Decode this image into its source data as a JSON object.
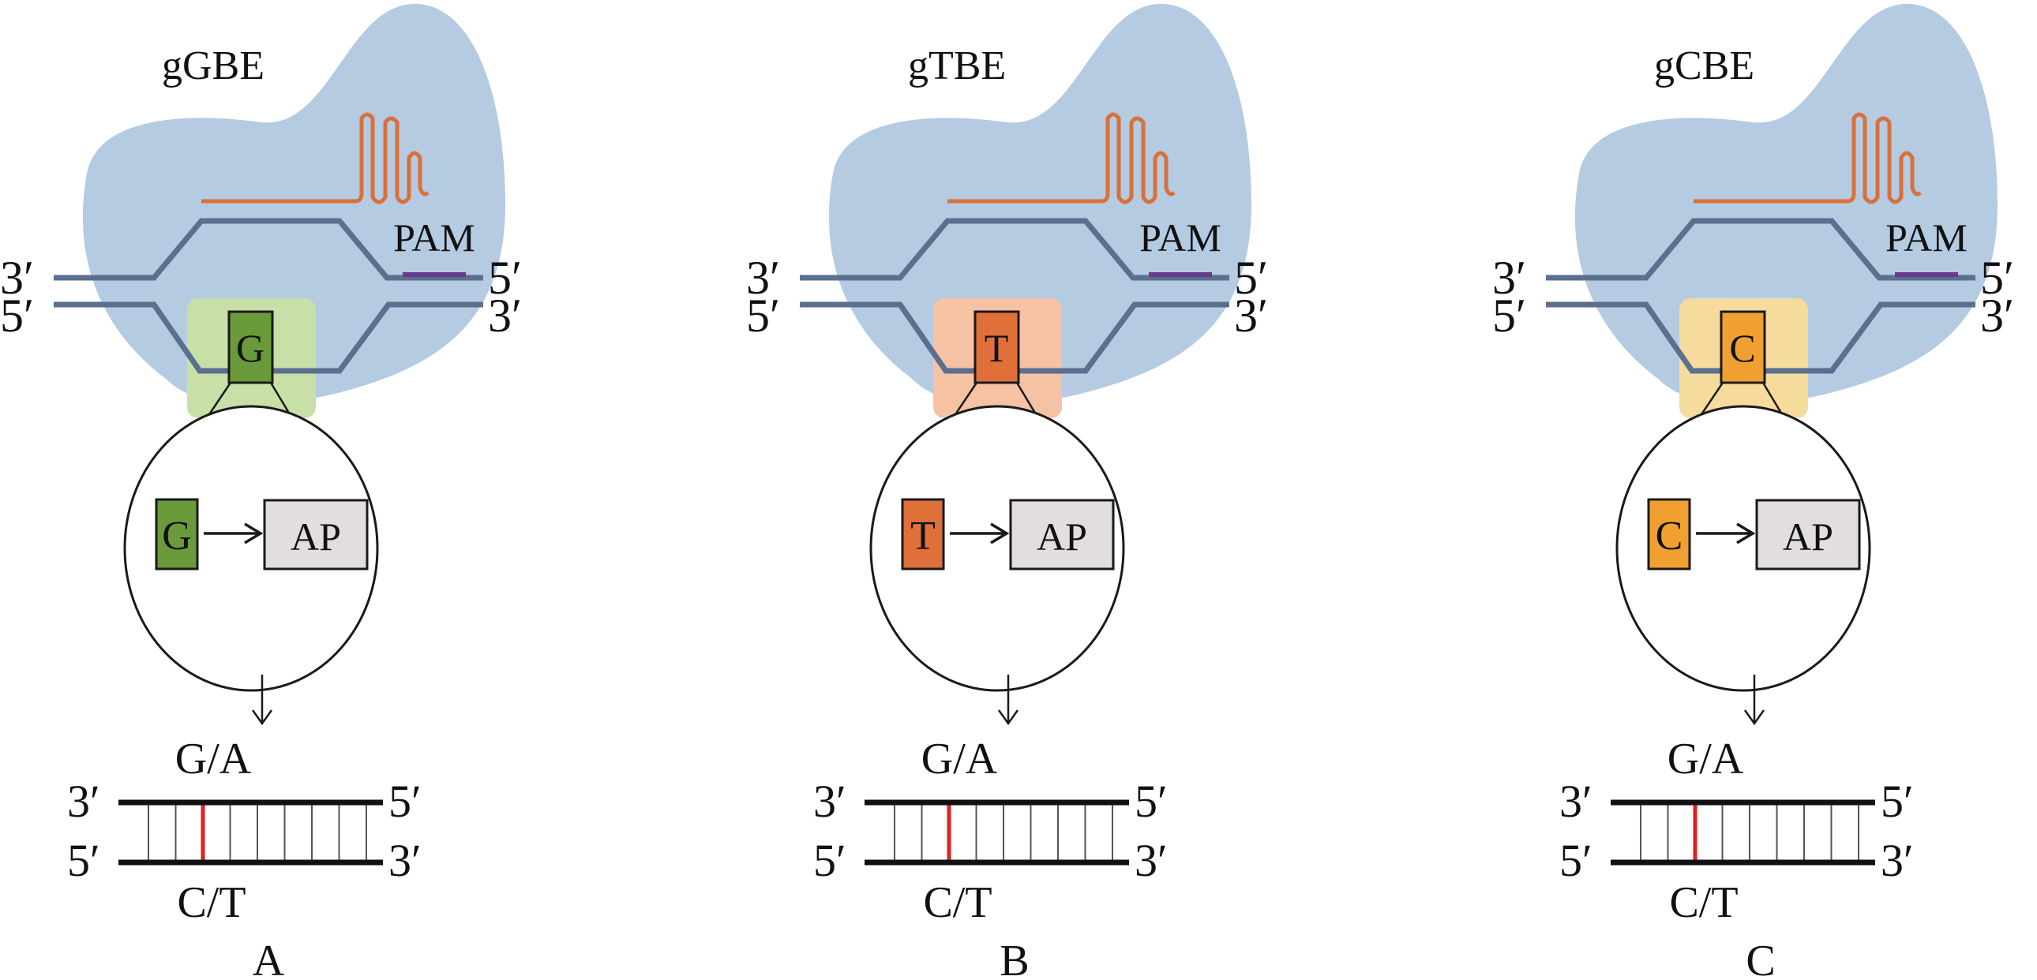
{
  "figure": {
    "panels": [
      {
        "id": "A",
        "editor_label": "gGBE",
        "base": "G",
        "base_color": "#6a9a3a",
        "highlight_color": "#c8dfa8",
        "product": "AP",
        "pam_label": "PAM",
        "strand_top": {
          "left": "3′",
          "right": "5′"
        },
        "strand_bottom": {
          "left": "5′",
          "right": "3′"
        },
        "ladder": {
          "top_label": "G/A",
          "bottom_label": "C/T",
          "top_left": "3′",
          "top_right": "5′",
          "bottom_left": "5′",
          "bottom_right": "3′",
          "rung_count": 9,
          "edited_rung_index": 2
        },
        "caption": "A"
      },
      {
        "id": "B",
        "editor_label": "gTBE",
        "base": "T",
        "base_color": "#e0703a",
        "highlight_color": "#f5c2a4",
        "product": "AP",
        "pam_label": "PAM",
        "strand_top": {
          "left": "3′",
          "right": "5′"
        },
        "strand_bottom": {
          "left": "5′",
          "right": "3′"
        },
        "ladder": {
          "top_label": "G/A",
          "bottom_label": "C/T",
          "top_left": "3′",
          "top_right": "5′",
          "bottom_left": "5′",
          "bottom_right": "3′",
          "rung_count": 9,
          "edited_rung_index": 2
        },
        "caption": "B"
      },
      {
        "id": "C",
        "editor_label": "gCBE",
        "base": "C",
        "base_color": "#f0a030",
        "highlight_color": "#f5dc9c",
        "product": "AP",
        "pam_label": "PAM",
        "strand_top": {
          "left": "3′",
          "right": "5′"
        },
        "strand_bottom": {
          "left": "5′",
          "right": "3′"
        },
        "ladder": {
          "top_label": "G/A",
          "bottom_label": "C/T",
          "top_left": "3′",
          "top_right": "5′",
          "bottom_left": "5′",
          "bottom_right": "3′",
          "rung_count": 9,
          "edited_rung_index": 2
        },
        "caption": "C"
      }
    ],
    "colors": {
      "protein": "#b4cbe2",
      "dna_strand": "#5b6f8f",
      "guide_rna": "#d9703a",
      "pam_mark": "#6a3a8a",
      "product_fill": "#e2dedd",
      "edited_rung": "#e02020",
      "rung": "#555555"
    }
  }
}
